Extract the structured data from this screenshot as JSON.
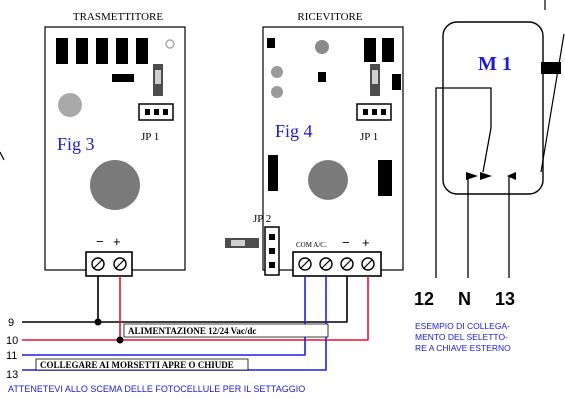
{
  "transmitter": {
    "title": "TRASMETTITORE",
    "fig_label": "Fig 3",
    "jumper_label": "JP 1",
    "power_minus": "−",
    "power_plus": "+"
  },
  "receiver": {
    "title": "RICEVITORE",
    "fig_label": "Fig 4",
    "jumper1_label": "JP 1",
    "jumper2_label": "JP 2",
    "terminal_label": "COM A/C.",
    "power_minus": "−",
    "power_plus": "+"
  },
  "wiring": {
    "wire_numbers": [
      "9",
      "10",
      "11",
      "13"
    ],
    "power_note": "ALIMENTAZIONE 12/24 Vac/dc",
    "connect_note": "COLLEGARE AI MORSETTI APRE O CHIUDE",
    "footer_note": "ATTENETEVI ALLO SCEMA DELLE FOTOCELLULE PER IL SETTAGGIO"
  },
  "key_selector": {
    "title": "M 1",
    "terminals": [
      "12",
      "N",
      "13"
    ],
    "caption_lines": [
      "ESEMPIO DI COLLEGA-",
      "MENTO DEL SELETTO-",
      "RE A CHIAVE ESTERNO"
    ]
  },
  "colors": {
    "blue_text": "#1a1adb",
    "red_wire": "#e8112d",
    "blue_wire": "#1f1fe0",
    "black": "#000000",
    "pcb_gray": "#7a7a7a"
  }
}
